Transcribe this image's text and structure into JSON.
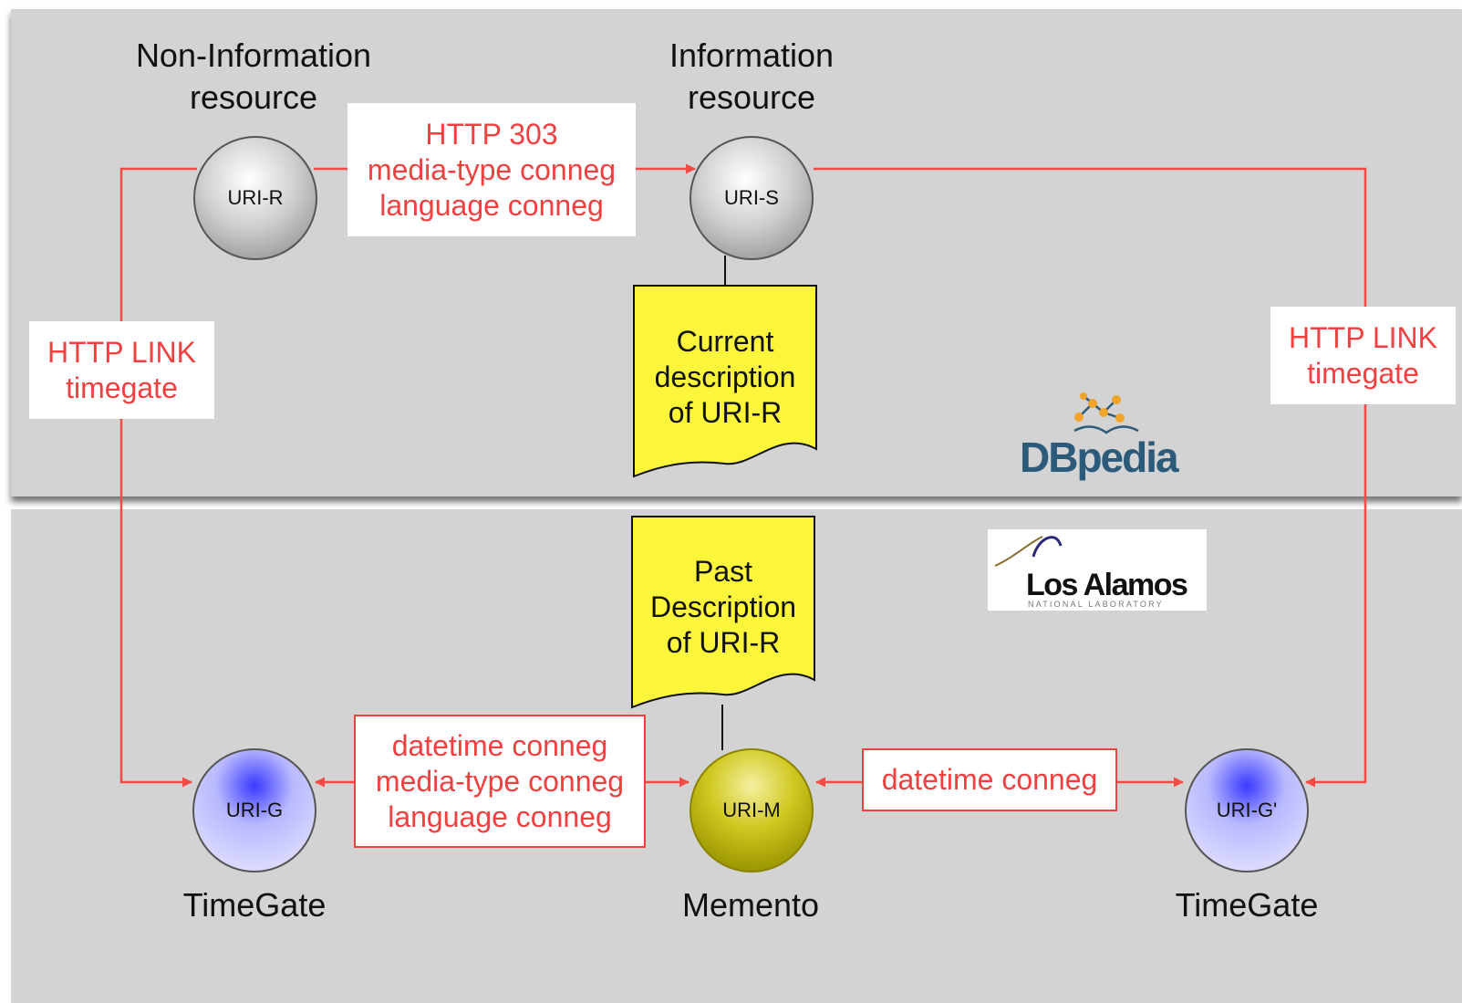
{
  "headings": {
    "non_information": "Non-Information\nresource",
    "information": "Information\nresource"
  },
  "nodes": {
    "uri_r": "URI-R",
    "uri_s": "URI-S",
    "uri_g": "URI-G",
    "uri_m": "URI-M",
    "uri_g_prime": "URI-G'"
  },
  "node_titles": {
    "timegate_left": "TimeGate",
    "memento": "Memento",
    "timegate_right": "TimeGate"
  },
  "edge_labels": {
    "top": [
      "HTTP 303",
      "media-type conneg",
      "language conneg"
    ],
    "left": [
      "HTTP LINK",
      "timegate"
    ],
    "right": [
      "HTTP LINK",
      "timegate"
    ],
    "bottom_left": [
      "datetime conneg",
      "media-type conneg",
      "language conneg"
    ],
    "bottom_right": [
      "datetime conneg"
    ]
  },
  "documents": {
    "current": [
      "Current",
      "description",
      "of URI-R"
    ],
    "past": [
      "Past",
      "Description",
      "of URI-R"
    ]
  },
  "logos": {
    "dbpedia": "DBpedia",
    "los_alamos": "Los Alamos",
    "los_alamos_sub": "NATIONAL LABORATORY"
  },
  "colors": {
    "arrow": "#f24a44",
    "panel": "#d3d3d3",
    "document": "#fbf63c",
    "timegate_node": "#5a5af0",
    "memento_node": "#c9c20a",
    "resource_node": "#b8b8b8",
    "dbpedia": "#2c5a7a",
    "dbpedia_accent": "#f2a32a"
  }
}
